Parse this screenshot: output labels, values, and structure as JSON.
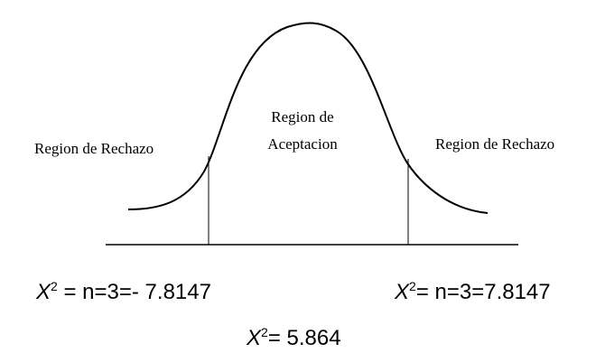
{
  "labels": {
    "left_region": "Region de Rechazo",
    "center_region_line1": "Region de",
    "center_region_line2": "Aceptacion",
    "right_region": "Region de Rechazo"
  },
  "values": {
    "left": {
      "var": "X",
      "sup": "2",
      "text": " = n=3=- 7.8147"
    },
    "right": {
      "var": "X",
      "sup": "2",
      "text": "= n=3=7.8147"
    },
    "center": {
      "var": "X",
      "sup": "2",
      "text": "= 5.864"
    }
  },
  "colors": {
    "ink": "#000000",
    "background": "#ffffff"
  }
}
